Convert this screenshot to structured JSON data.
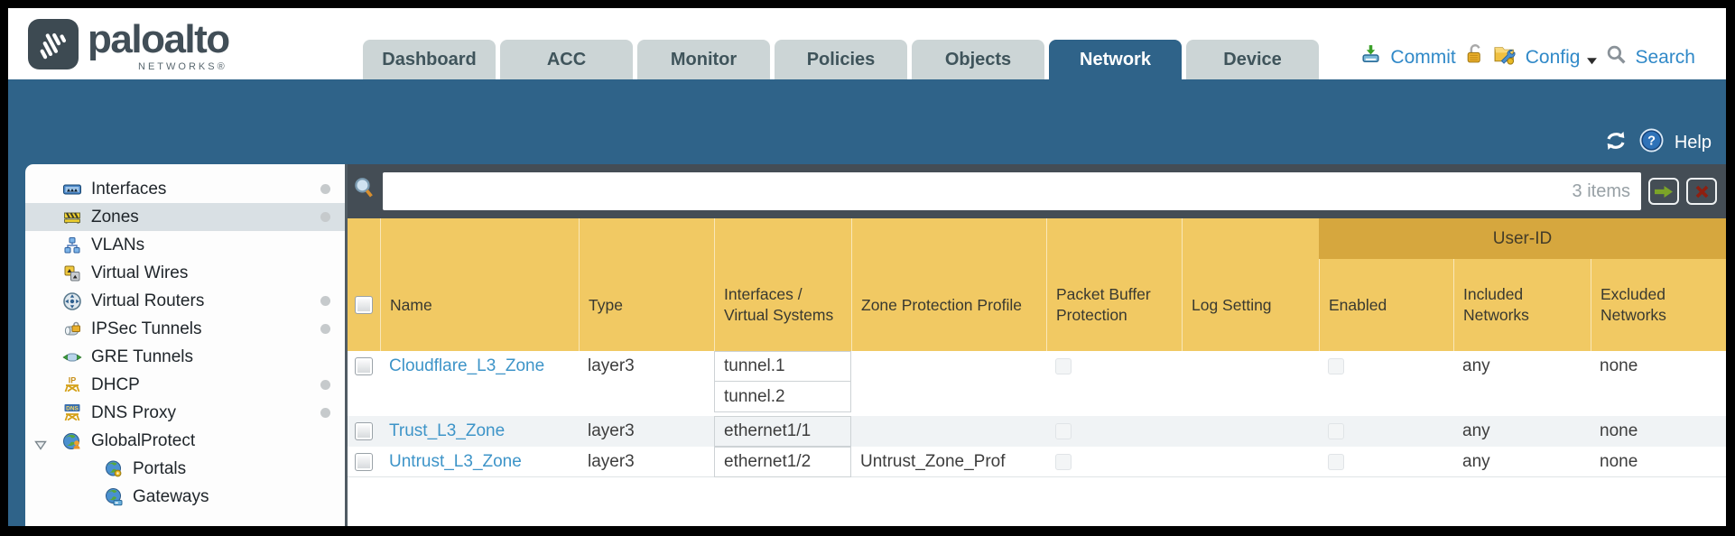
{
  "brand": {
    "name": "paloalto",
    "sub": "NETWORKS®"
  },
  "nav": {
    "tabs": [
      {
        "label": "Dashboard",
        "active": false
      },
      {
        "label": "ACC",
        "active": false
      },
      {
        "label": "Monitor",
        "active": false
      },
      {
        "label": "Policies",
        "active": false
      },
      {
        "label": "Objects",
        "active": false
      },
      {
        "label": "Network",
        "active": true
      },
      {
        "label": "Device",
        "active": false
      }
    ],
    "commit_label": "Commit",
    "config_label": "Config",
    "search_label": "Search"
  },
  "helpbar": {
    "help_label": "Help"
  },
  "sidebar": {
    "items": [
      {
        "label": "Interfaces",
        "icon": "interfaces-icon",
        "dot": true,
        "selected": false
      },
      {
        "label": "Zones",
        "icon": "zones-icon",
        "dot": true,
        "selected": true
      },
      {
        "label": "VLANs",
        "icon": "vlans-icon",
        "dot": false,
        "selected": false
      },
      {
        "label": "Virtual Wires",
        "icon": "virtual-wires-icon",
        "dot": false,
        "selected": false
      },
      {
        "label": "Virtual Routers",
        "icon": "virtual-routers-icon",
        "dot": true,
        "selected": false
      },
      {
        "label": "IPSec Tunnels",
        "icon": "ipsec-tunnels-icon",
        "dot": true,
        "selected": false
      },
      {
        "label": "GRE Tunnels",
        "icon": "gre-tunnels-icon",
        "dot": false,
        "selected": false
      },
      {
        "label": "DHCP",
        "icon": "dhcp-icon",
        "dot": true,
        "selected": false
      },
      {
        "label": "DNS Proxy",
        "icon": "dns-proxy-icon",
        "dot": true,
        "selected": false
      },
      {
        "label": "GlobalProtect",
        "icon": "globalprotect-icon",
        "dot": false,
        "selected": false,
        "expanded": true
      },
      {
        "label": "Portals",
        "icon": "portals-icon",
        "dot": false,
        "selected": false,
        "indent": 1
      },
      {
        "label": "Gateways",
        "icon": "gateways-icon",
        "dot": false,
        "selected": false,
        "indent": 1
      }
    ]
  },
  "filter": {
    "value": "",
    "count": "3 items"
  },
  "table": {
    "group_header": "User-ID",
    "columns": [
      "Name",
      "Type",
      "Interfaces / Virtual Systems",
      "Zone Protection Profile",
      "Packet Buffer Protection",
      "Log Setting",
      "Enabled",
      "Included Networks",
      "Excluded Networks"
    ],
    "rows": [
      {
        "name": "Cloudflare_L3_Zone",
        "type": "layer3",
        "interfaces": [
          "tunnel.1",
          "tunnel.2"
        ],
        "zone_protection_profile": "",
        "packet_buffer_protection": false,
        "log_setting": "",
        "user_id_enabled": false,
        "included_networks": "any",
        "excluded_networks": "none"
      },
      {
        "name": "Trust_L3_Zone",
        "type": "layer3",
        "interfaces": [
          "ethernet1/1"
        ],
        "zone_protection_profile": "",
        "packet_buffer_protection": false,
        "log_setting": "",
        "user_id_enabled": false,
        "included_networks": "any",
        "excluded_networks": "none"
      },
      {
        "name": "Untrust_L3_Zone",
        "type": "layer3",
        "interfaces": [
          "ethernet1/2"
        ],
        "zone_protection_profile": "Untrust_Zone_Prof",
        "packet_buffer_protection": false,
        "log_setting": "",
        "user_id_enabled": false,
        "included_networks": "any",
        "excluded_networks": "none"
      }
    ]
  },
  "colors": {
    "accent_teal": "#2f6389",
    "table_header_orange": "#f1c963",
    "user_id_band": "#d6a73e",
    "link_blue": "#3d94c8",
    "filter_bar": "#444d55",
    "tab_inactive": "#ccd5d6"
  }
}
